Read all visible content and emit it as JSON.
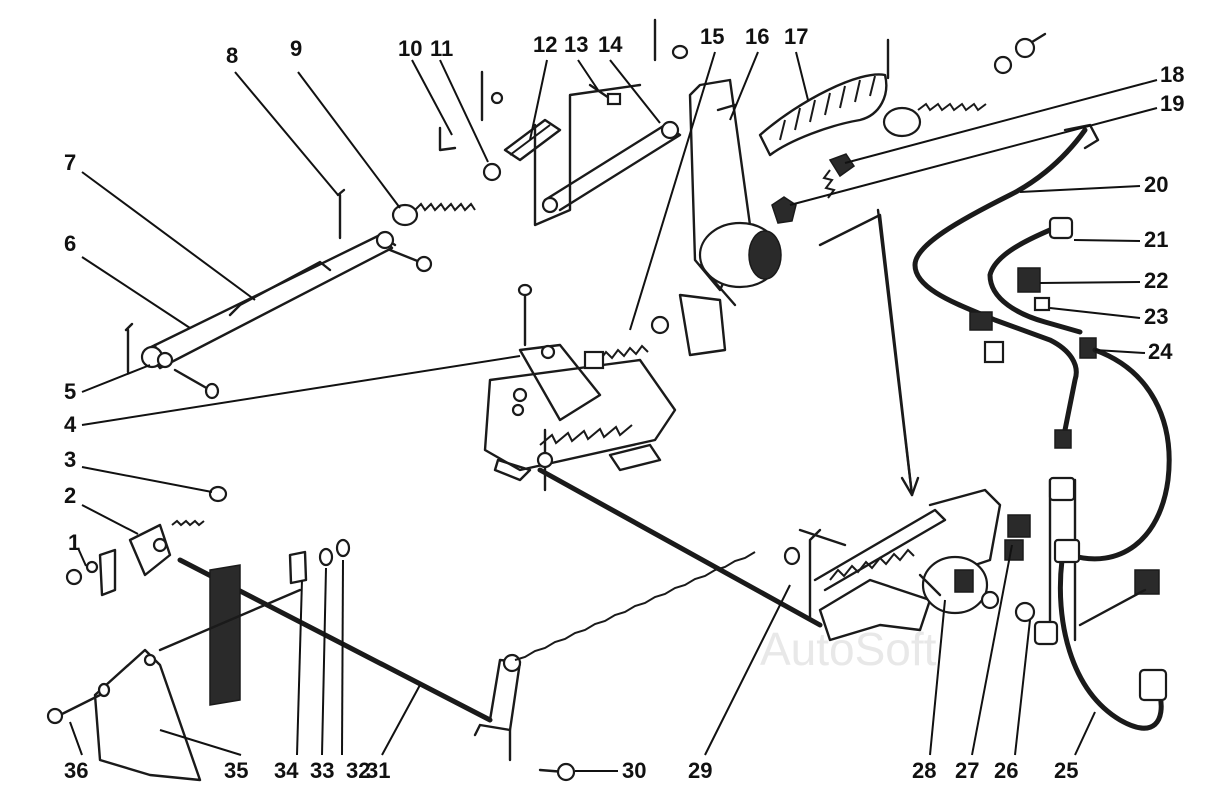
{
  "watermark": "AutoSoft",
  "callouts": [
    {
      "id": "c1",
      "label": "1"
    },
    {
      "id": "c2",
      "label": "2"
    },
    {
      "id": "c3",
      "label": "3"
    },
    {
      "id": "c4",
      "label": "4"
    },
    {
      "id": "c5",
      "label": "5"
    },
    {
      "id": "c6",
      "label": "6"
    },
    {
      "id": "c7",
      "label": "7"
    },
    {
      "id": "c8",
      "label": "8"
    },
    {
      "id": "c9",
      "label": "9"
    },
    {
      "id": "c10",
      "label": "10"
    },
    {
      "id": "c11",
      "label": "11"
    },
    {
      "id": "c12",
      "label": "12"
    },
    {
      "id": "c13",
      "label": "13"
    },
    {
      "id": "c14",
      "label": "14"
    },
    {
      "id": "c15",
      "label": "15"
    },
    {
      "id": "c16",
      "label": "16"
    },
    {
      "id": "c17",
      "label": "17"
    },
    {
      "id": "c18",
      "label": "18"
    },
    {
      "id": "c19",
      "label": "19"
    },
    {
      "id": "c20",
      "label": "20"
    },
    {
      "id": "c21",
      "label": "21"
    },
    {
      "id": "c22",
      "label": "22"
    },
    {
      "id": "c23",
      "label": "23"
    },
    {
      "id": "c24",
      "label": "24"
    },
    {
      "id": "c25",
      "label": "25"
    },
    {
      "id": "c26",
      "label": "26"
    },
    {
      "id": "c27",
      "label": "27"
    },
    {
      "id": "c28",
      "label": "28"
    },
    {
      "id": "c29",
      "label": "29"
    },
    {
      "id": "c30",
      "label": "30"
    },
    {
      "id": "c31",
      "label": "31"
    },
    {
      "id": "c32",
      "label": "32"
    },
    {
      "id": "c33",
      "label": "33"
    },
    {
      "id": "c34",
      "label": "34"
    },
    {
      "id": "c35",
      "label": "35"
    },
    {
      "id": "c36",
      "label": "36"
    }
  ]
}
